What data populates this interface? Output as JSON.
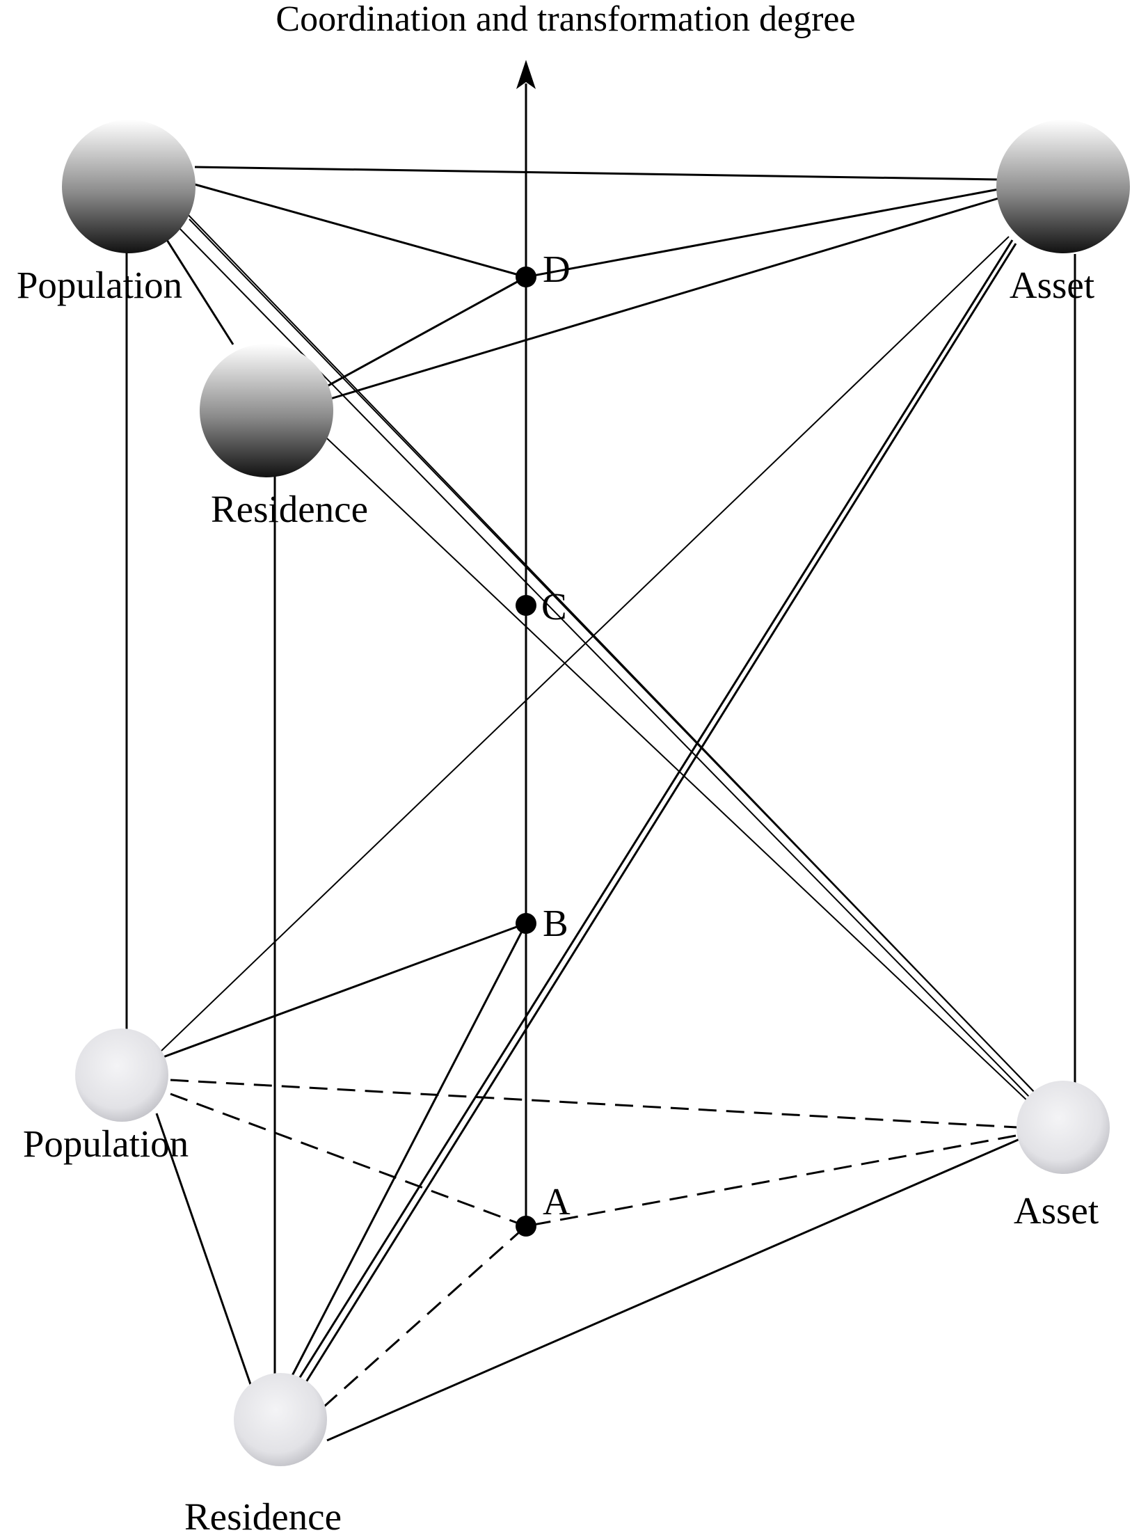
{
  "axis": {
    "title": "Coordination and transformation degree"
  },
  "top_nodes": {
    "population": "Population",
    "residence": "Residence",
    "asset": "Asset"
  },
  "bottom_nodes": {
    "population": "Population",
    "residence": "Residence",
    "asset": "Asset"
  },
  "points": {
    "a": "A",
    "b": "B",
    "c": "C",
    "d": "D"
  },
  "colors": {
    "line": "#000000",
    "dark_sphere": "#1a1a1a",
    "light_sphere": "#e6e6e8"
  }
}
